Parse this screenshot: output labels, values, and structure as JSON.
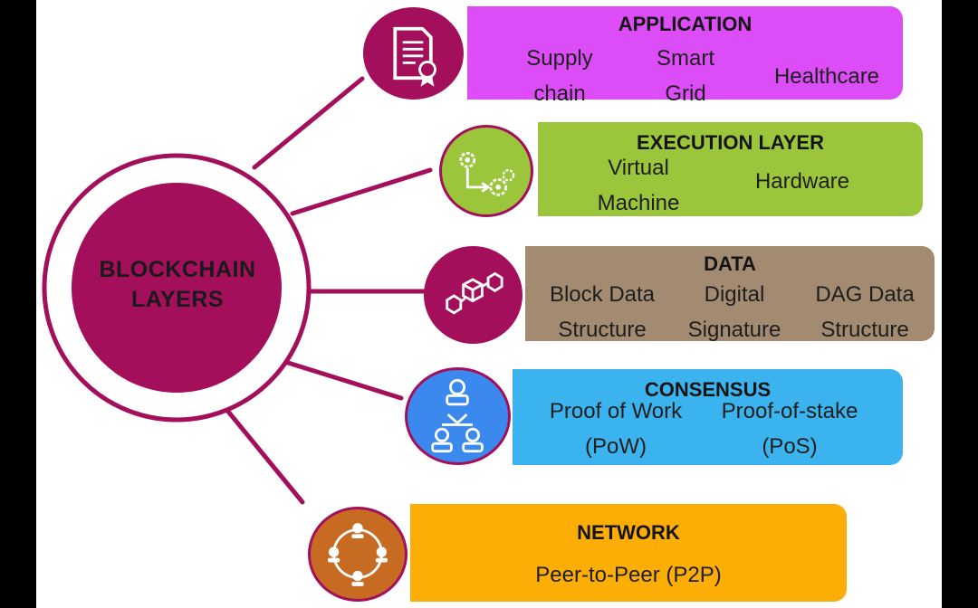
{
  "hub": {
    "line1": "BLOCKCHAIN",
    "line2": "LAYERS"
  },
  "colors": {
    "hub": "#a40f5b",
    "application": "#dd4df7",
    "execution": "#9bc63c",
    "data": "#a38b71",
    "consensus": "#3ab3ee",
    "network": "#fcad06"
  },
  "layers": {
    "application": {
      "title": "APPLICATION",
      "icon": "certificate-document-icon",
      "items": [
        [
          "Supply",
          "chain"
        ],
        [
          "Smart",
          "Grid"
        ],
        [
          "Healthcare"
        ]
      ]
    },
    "execution": {
      "title": "EXECUTION LAYER",
      "icon": "gears-process-icon",
      "items": [
        [
          "Virtual",
          "Machine"
        ],
        [
          "Hardware"
        ]
      ]
    },
    "data": {
      "title": "DATA",
      "icon": "linked-blocks-icon",
      "items": [
        [
          "Block Data",
          "Structure"
        ],
        [
          "Digital",
          "Signature"
        ],
        [
          "DAG Data",
          "Structure"
        ]
      ]
    },
    "consensus": {
      "title": "CONSENSUS",
      "icon": "consensus-people-icon",
      "items": [
        [
          "Proof of Work",
          "(PoW)"
        ],
        [
          "Proof-of-stake",
          "(PoS)"
        ]
      ]
    },
    "network": {
      "title": "NETWORK",
      "icon": "peer-network-icon",
      "items": [
        [
          "Peer-to-Peer (P2P)"
        ]
      ]
    }
  }
}
